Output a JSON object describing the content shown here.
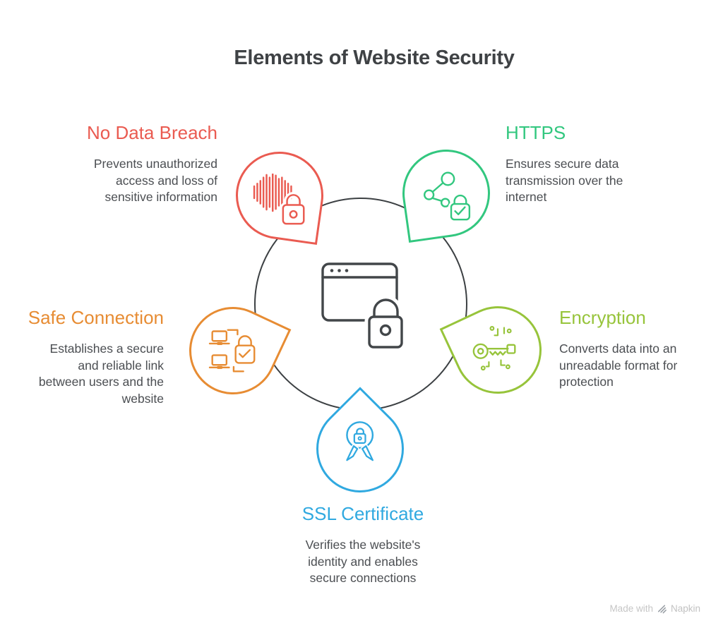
{
  "title": "Elements of Website Security",
  "center": {
    "icon": "browser-window-lock"
  },
  "colors": {
    "red": "#ea5b51",
    "green": "#32c77f",
    "orange": "#e78c33",
    "lime": "#97c43b",
    "blue": "#30a9e0",
    "dark": "#3f4245",
    "body_text": "#4b4e52",
    "footer_text": "#c6c6c6"
  },
  "items": [
    {
      "label": "No Data Breach",
      "color": "#ea5b51",
      "icon": "voiceprint-lock",
      "lines": [
        "Prevents unauthorized",
        "access and loss of",
        "sensitive information"
      ]
    },
    {
      "label": "HTTPS",
      "color": "#32c77f",
      "icon": "network-share-lock",
      "lines": [
        "Ensures secure data",
        "transmission over the",
        "internet"
      ]
    },
    {
      "label": "Safe Connection",
      "color": "#e78c33",
      "icon": "devices-sync-lock",
      "lines": [
        "Establishes a secure",
        "and reliable link",
        "between users and the",
        "website"
      ]
    },
    {
      "label": "Encryption",
      "color": "#97c43b",
      "icon": "key-circuit",
      "lines": [
        "Converts data into an",
        "unreadable format for",
        "protection"
      ]
    },
    {
      "label": "SSL Certificate",
      "color": "#30a9e0",
      "icon": "certificate-ribbon-lock",
      "lines": [
        "Verifies the website's",
        "identity and enables",
        "secure connections"
      ]
    }
  ],
  "footer": {
    "prefix": "Made with",
    "brand": "Napkin"
  }
}
